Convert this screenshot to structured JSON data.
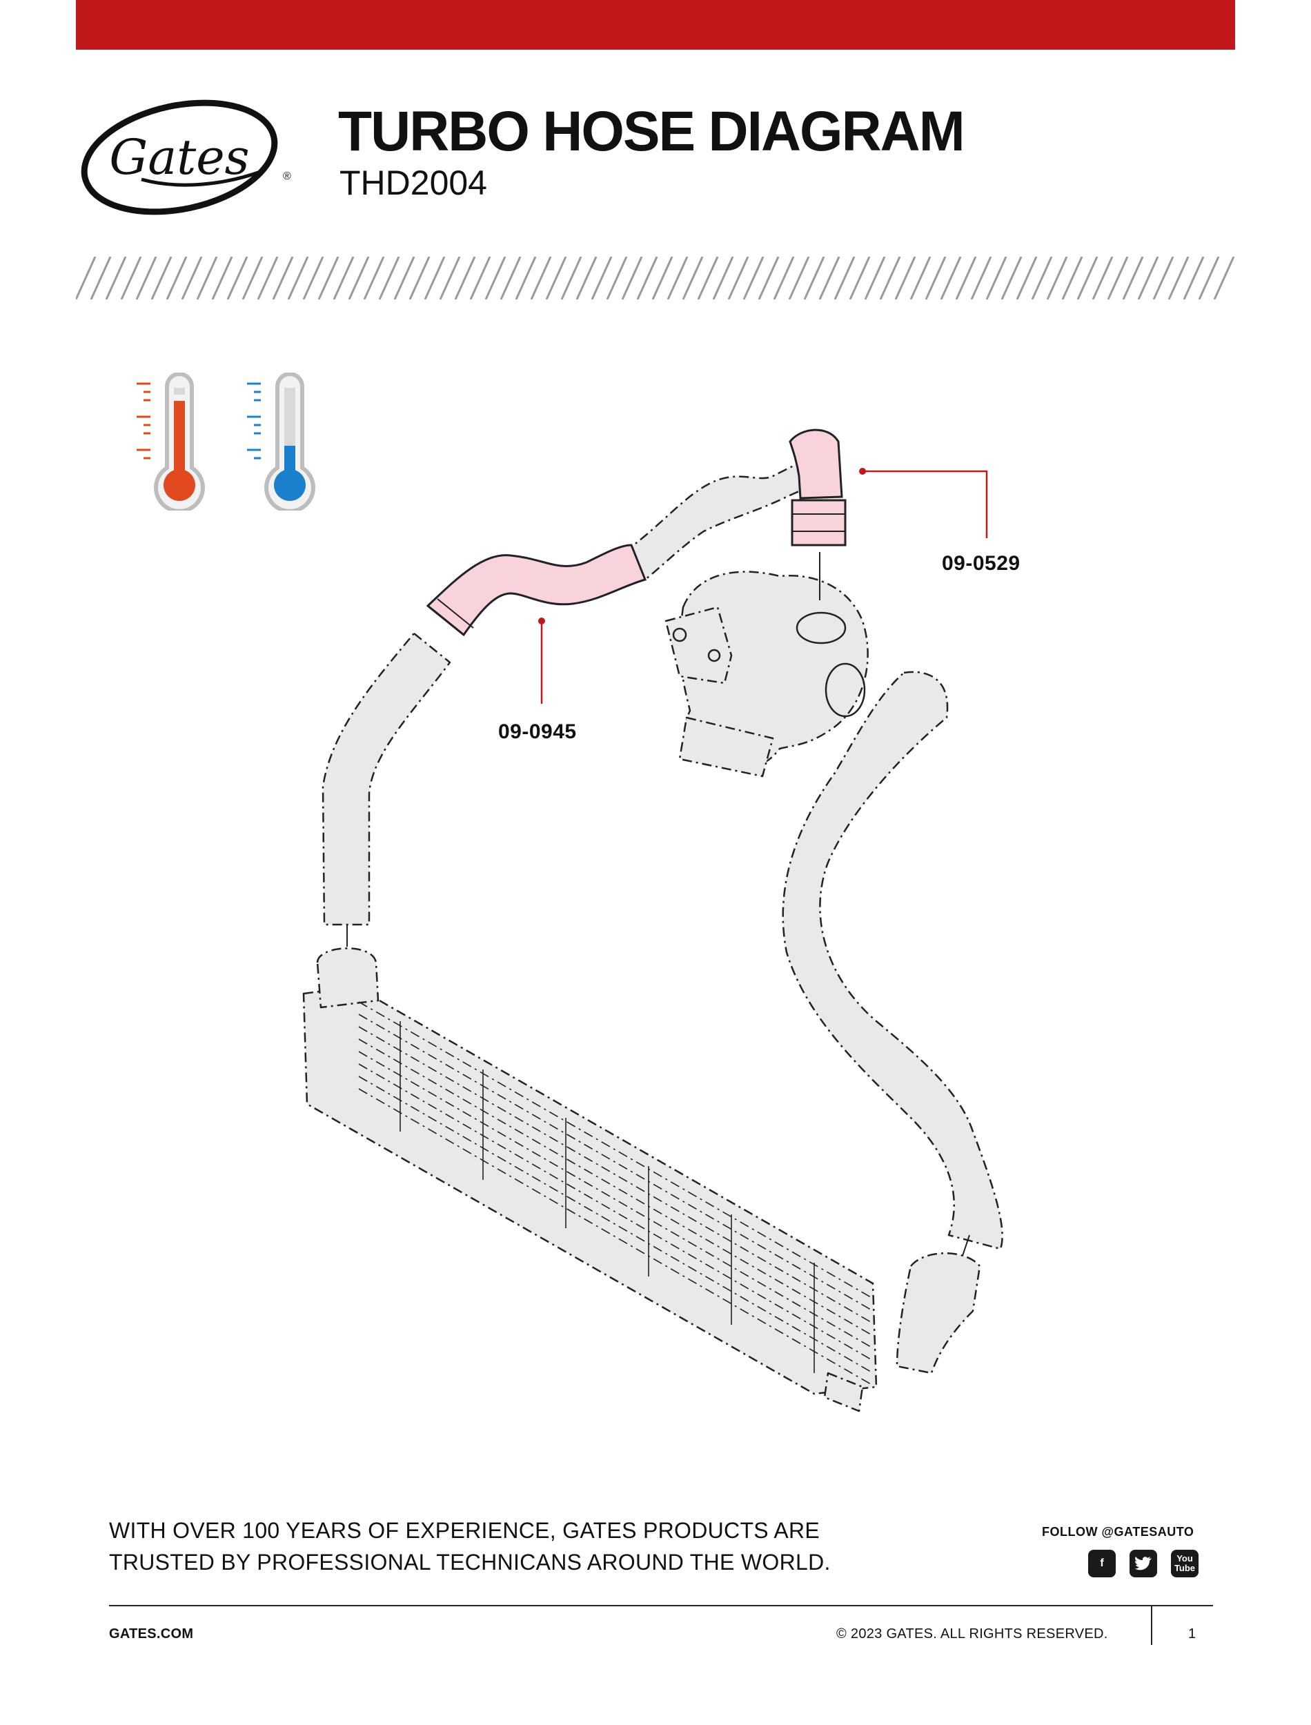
{
  "brand": {
    "logo_text": "Gates",
    "accent": "#c0181b"
  },
  "header": {
    "title": "TURBO HOSE DIAGRAM",
    "subtitle": "THD2004"
  },
  "thermometers": [
    {
      "icon": "hot-thermometer-icon",
      "color": "#e04a1e",
      "level": 0.85
    },
    {
      "icon": "cold-thermometer-icon",
      "color": "#1a7fcc",
      "level": 0.35
    }
  ],
  "parts": [
    {
      "id": "09-0529",
      "highlight": "#f9d3dc"
    },
    {
      "id": "09-0945",
      "highlight": "#f9d3dc"
    }
  ],
  "footer": {
    "tagline": "WITH OVER 100 YEARS OF EXPERIENCE, GATES PRODUCTS ARE\nTRUSTED BY PROFESSIONAL TECHNICANS AROUND THE WORLD.",
    "follow": "FOLLOW @GATESAUTO",
    "social": [
      "facebook-icon",
      "twitter-icon",
      "youtube-icon"
    ],
    "website": "GATES.COM",
    "copyright": "© 2023 GATES. ALL RIGHTS RESERVED.",
    "page": "1"
  }
}
